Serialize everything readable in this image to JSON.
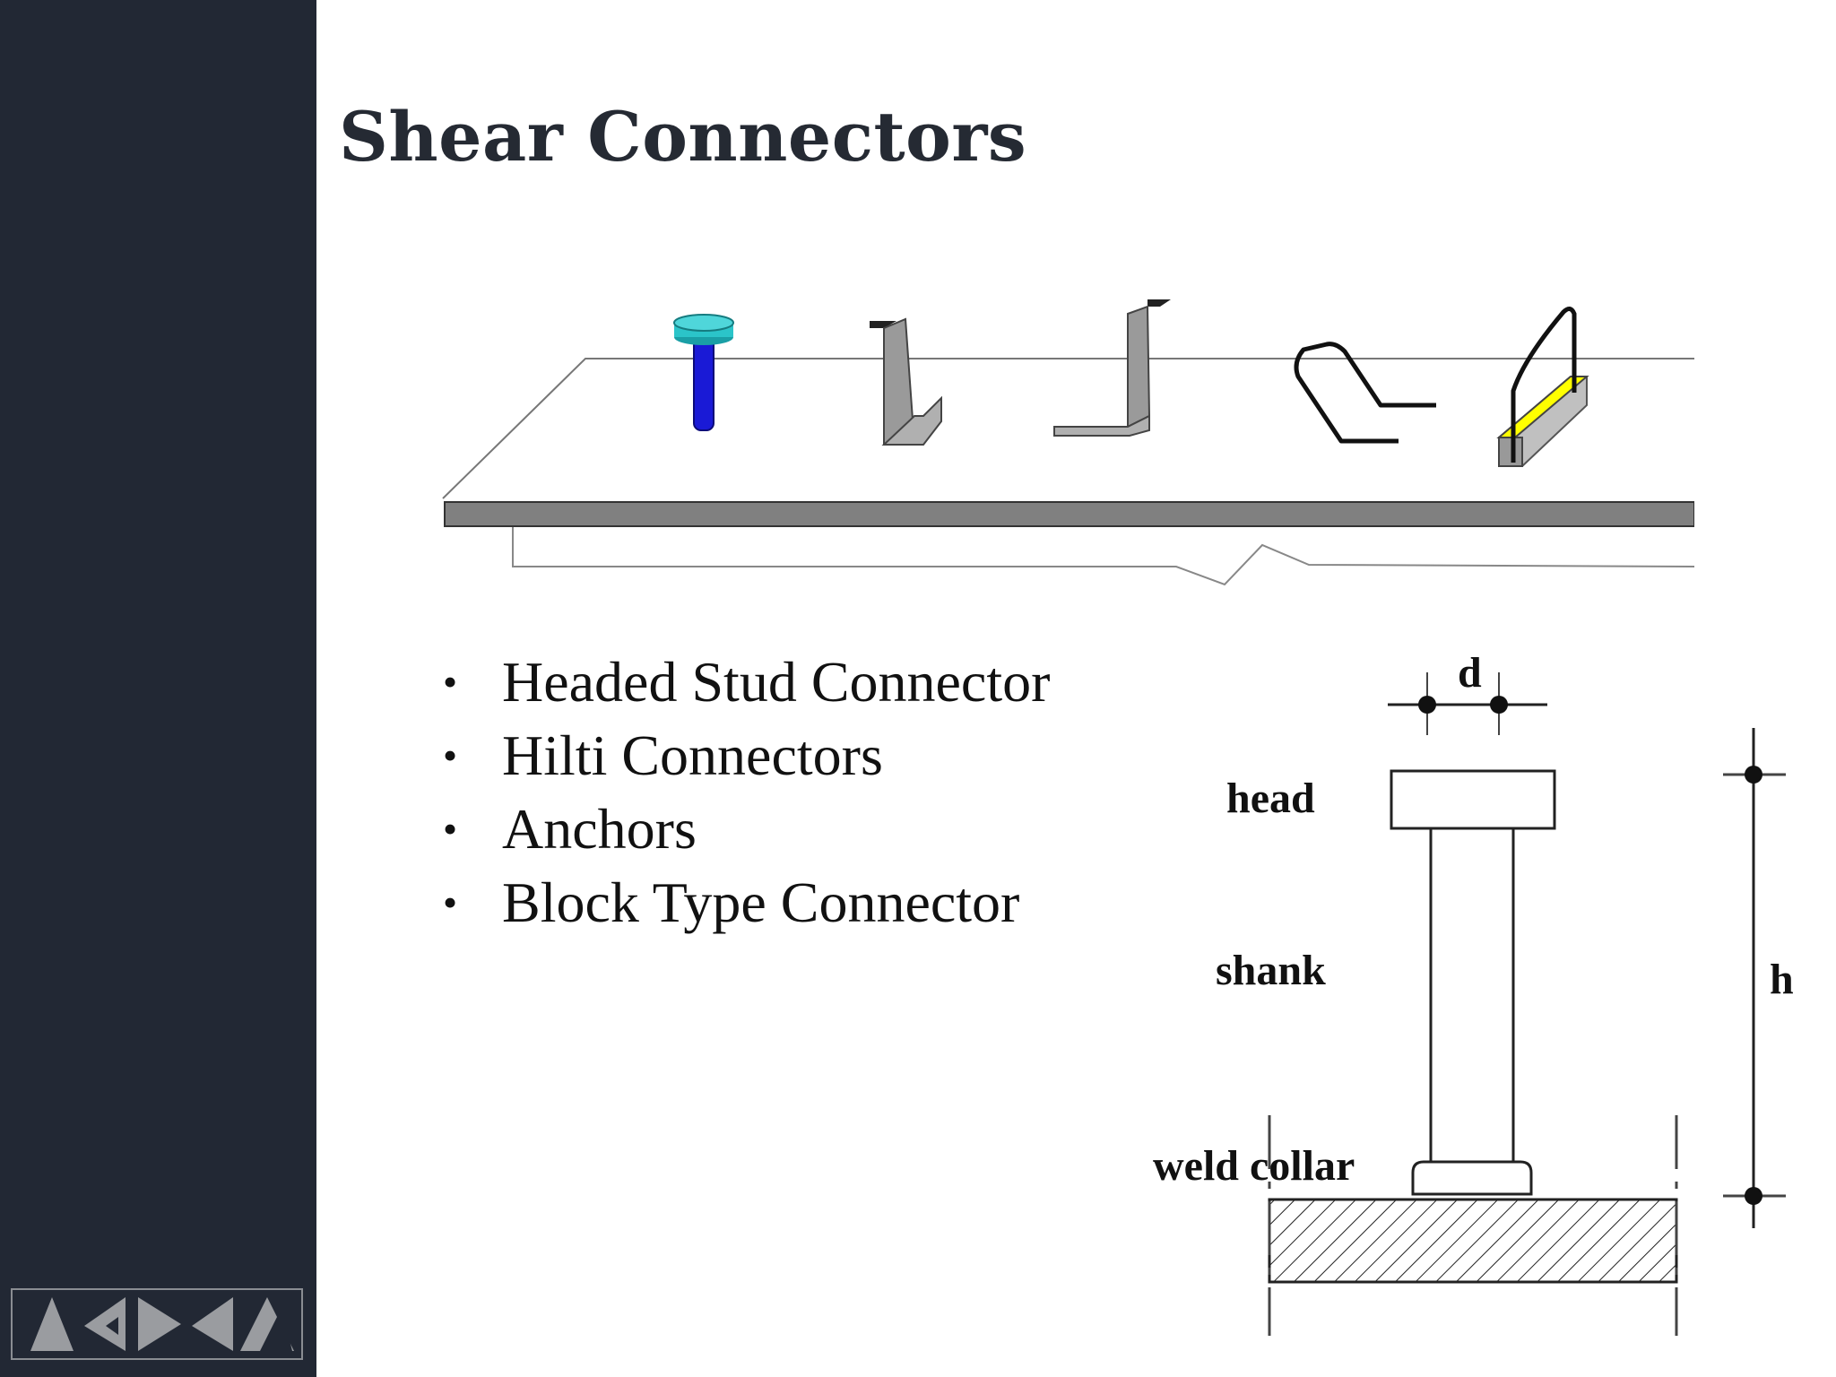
{
  "slide": {
    "title": "Shear Connectors",
    "bullets": [
      "Headed Stud Connector",
      "Hilti Connectors",
      "Anchors",
      "Block Type Connector"
    ]
  },
  "stud_diagram": {
    "labels": {
      "d": "d",
      "head": "head",
      "shank": "shank",
      "weld_collar": "weld collar",
      "h": "h"
    }
  },
  "colors": {
    "sidebar": "#222834",
    "title": "#252a33",
    "stud_head": "#2bc4c9",
    "stud_shank": "#1a1ad6",
    "block_highlight": "#ffff00",
    "beam_flange": "#808080"
  },
  "icons": [
    "headed-stud-icon",
    "channel-connector-icon",
    "angle-connector-icon",
    "anchor-loop-icon",
    "block-connector-icon",
    "logo-icon"
  ]
}
